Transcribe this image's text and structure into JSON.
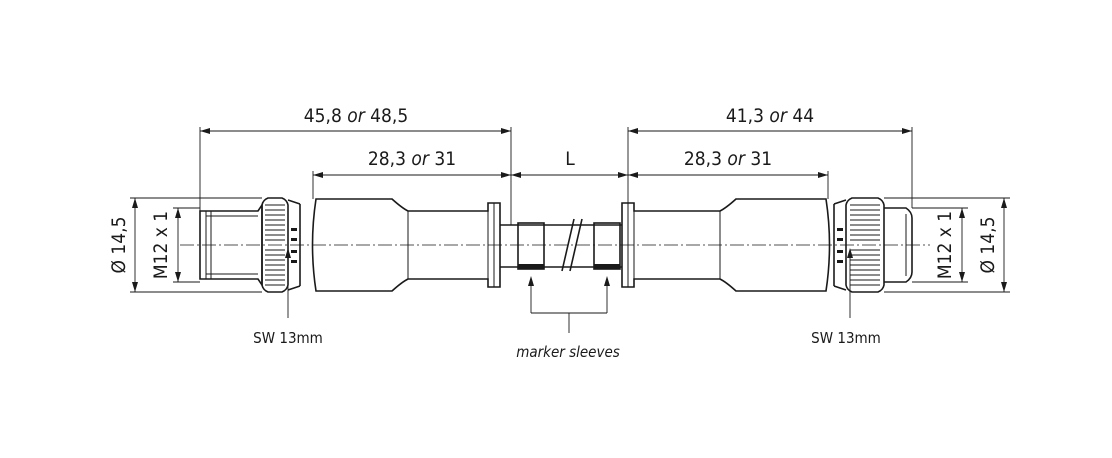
{
  "dimensions": {
    "left_overall": {
      "value": "45,8",
      "or": "or",
      "alt": "48,5"
    },
    "left_body": {
      "value": "28,3",
      "or": "or",
      "alt": "31"
    },
    "length": {
      "value": "L"
    },
    "right_overall": {
      "value": "41,3",
      "or": "or",
      "alt": "44"
    },
    "right_body": {
      "value": "28,3",
      "or": "or",
      "alt": "31"
    },
    "left_diameter": "Ø 14,5",
    "left_thread": "M12 x 1",
    "right_thread": "M12 x 1",
    "right_diameter": "Ø 14,5"
  },
  "labels": {
    "left_wrench": "SW 13mm",
    "right_wrench": "SW 13mm",
    "marker": "marker sleeves"
  }
}
